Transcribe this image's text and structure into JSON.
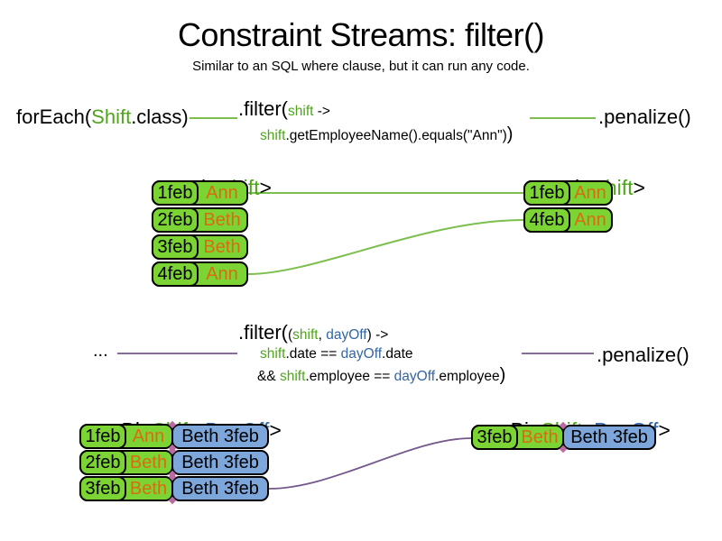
{
  "title": "Constraint Streams: filter()",
  "subtitle": "Similar to an SQL where clause, but it can run any code.",
  "colors": {
    "card_green_fill": "#7bd334",
    "card_blue_fill": "#7da6da",
    "employee_orange_text": "#da6c10",
    "shift_green_text": "#4fa51b",
    "dayoff_blue_text": "#3465a4",
    "connector_green": "#7cbf4f",
    "connector_purple": "#75588c",
    "glue_point_pink": "#bc6ba2"
  },
  "code_top": {
    "foreach_pre": "forEach(",
    "foreach_class": "Shift",
    "foreach_post": ".class)",
    "filter_name": ".filter(",
    "filter_arg": "shift",
    "filter_arrow": " ->",
    "body_arg": "shift",
    "body_rest": ".getEmployeeName().equals(\"Ann\")",
    "body_close": ")",
    "penalize": ".penalize()"
  },
  "code_mid": {
    "source": "...",
    "filter_name": ".filter(",
    "open_paren": "(",
    "arg1": "shift",
    "comma": ", ",
    "arg2": "dayOff",
    "arrow": ") ->",
    "line2": {
      "a": "shift",
      "b": ".date == ",
      "c": "dayOff",
      "d": ".date"
    },
    "line3": {
      "a": "&& ",
      "b": "shift",
      "c": ".employee == ",
      "d": "dayOff",
      "e": ".employee",
      "close": ")"
    },
    "penalize": ".penalize()"
  },
  "labels": {
    "uni": {
      "pre": "Uni<",
      "type1": "Shift",
      "post": ">"
    },
    "bi": {
      "pre": "Bi<",
      "type1": "Shift",
      "comma": ", ",
      "type2": "DayOff",
      "post": ">"
    }
  },
  "tables": {
    "uni_left": [
      {
        "date": "1feb",
        "name": "Ann"
      },
      {
        "date": "2feb",
        "name": "Beth"
      },
      {
        "date": "3feb",
        "name": "Beth"
      },
      {
        "date": "4feb",
        "name": "Ann"
      }
    ],
    "uni_right": [
      {
        "date": "1feb",
        "name": "Ann"
      },
      {
        "date": "4feb",
        "name": "Ann"
      }
    ],
    "bi_left": [
      {
        "date": "1feb",
        "name": "Ann",
        "dayoff": "Beth 3feb"
      },
      {
        "date": "2feb",
        "name": "Beth",
        "dayoff": "Beth 3feb"
      },
      {
        "date": "3feb",
        "name": "Beth",
        "dayoff": "Beth 3feb"
      }
    ],
    "bi_right": [
      {
        "date": "3feb",
        "name": "Beth",
        "dayoff": "Beth 3feb"
      }
    ]
  }
}
